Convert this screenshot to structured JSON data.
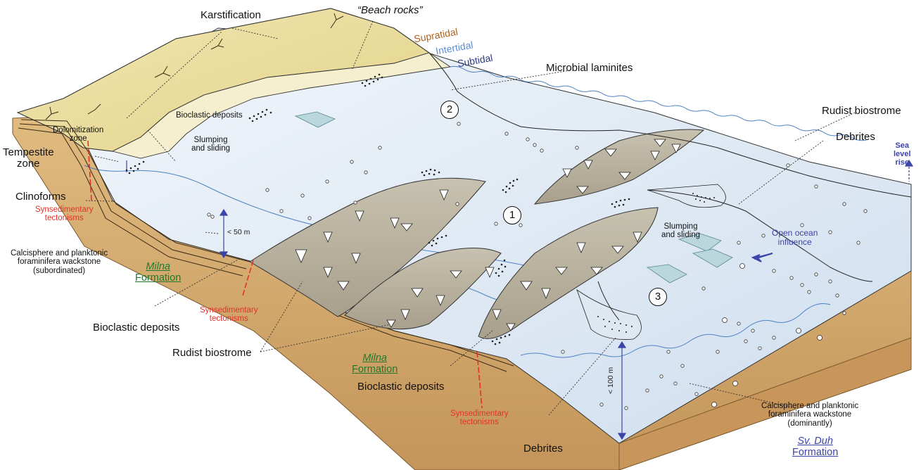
{
  "labels": {
    "karstification": "Karstification",
    "beach_rocks": "“Beach rocks”",
    "supratidal": "Supratidal",
    "intertidal": "Intertidal",
    "subtidal": "Subtidal",
    "microbial_laminites": "Microbial laminites",
    "rudist_biostrome": "Rudist biostrome",
    "debrites": "Debrites",
    "sea_level_rise": [
      "Sea",
      "level",
      "rise"
    ],
    "dolomitization_zone": [
      "Dolomitization",
      "zone"
    ],
    "bioclastic_deposits": "Bioclastic deposits",
    "slumping_and_sliding": [
      "Slumping",
      "and sliding"
    ],
    "tempestite_zone": [
      "Tempestite",
      "zone"
    ],
    "clinoforms": "Clinoforms",
    "synsedimentary_tectonisms": [
      "Synsedimentary",
      "tectonisms"
    ],
    "calcisphere_sub": [
      "Calcisphere and planktonic",
      "foraminifera wackstone",
      "(subordinated)"
    ],
    "milna_formation": [
      "Milna",
      "Formation"
    ],
    "open_ocean_influence": [
      "Open ocean",
      "influence"
    ],
    "calcisphere_dom": [
      "Calcisphere and planktonic",
      "foraminifera wackstone",
      "(dominantly)"
    ],
    "sv_duh_formation": [
      "Sv. Duh",
      "Formation"
    ],
    "depth_50": "< 50 m",
    "depth_100": "< 100 m",
    "zone_1": "1",
    "zone_2": "2",
    "zone_3": "3"
  },
  "colors": {
    "sand": "#ecdf9e",
    "slope_tan": "#d6ad6e",
    "ocean": "#dfe9f3",
    "rudist_grey": "#b3ac99",
    "red_text": "#e0332a",
    "green_text": "#1f7a2e",
    "blue_text": "#3b44a8",
    "wave_blue": "#4e82c4"
  }
}
